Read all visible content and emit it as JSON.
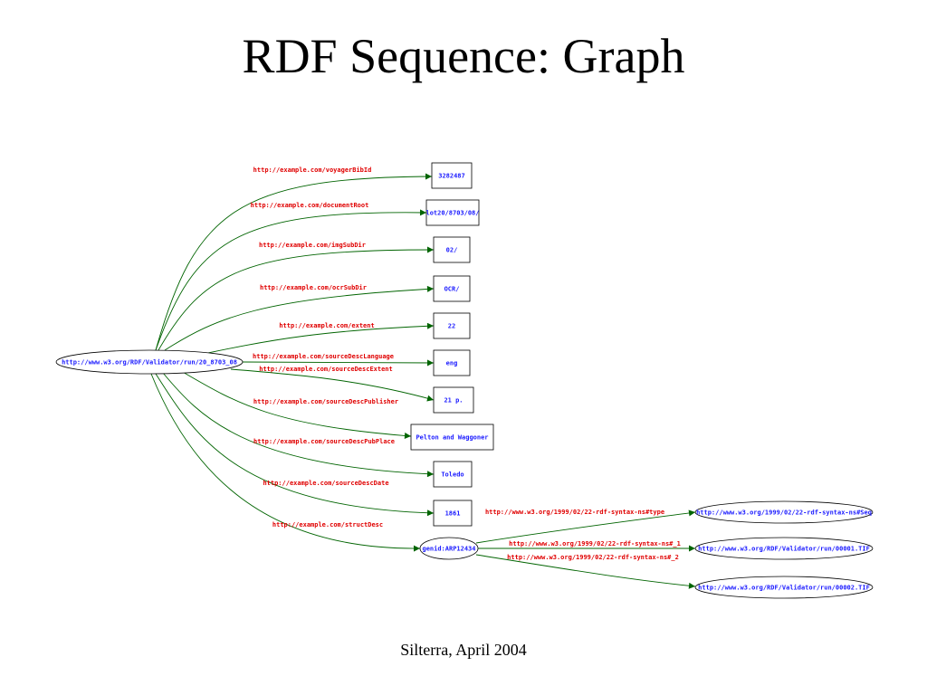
{
  "slide": {
    "title": "RDF Sequence: Graph",
    "footer": "Silterra, April 2004"
  },
  "colors": {
    "node_text": "#1a1aff",
    "edge_label": "#e00000",
    "edge_line": "#006400",
    "node_border": "#000000"
  },
  "nodes": [
    {
      "id": "n0",
      "label": "http://www.w3.org/RDF/Validator/run/20_8703_08"
    },
    {
      "id": "n1",
      "label": "3282487"
    },
    {
      "id": "n2",
      "label": "lot20/8703/08/"
    },
    {
      "id": "n3",
      "label": "02/"
    },
    {
      "id": "n4",
      "label": "OCR/"
    },
    {
      "id": "n5",
      "label": "22"
    },
    {
      "id": "n6",
      "label": "eng"
    },
    {
      "id": "n7",
      "label": "21 p."
    },
    {
      "id": "n8",
      "label": "Pelton and Waggoner"
    },
    {
      "id": "n9",
      "label": "Toledo"
    },
    {
      "id": "n10",
      "label": "1861"
    },
    {
      "id": "n11",
      "label": "genid:ARP12434"
    },
    {
      "id": "n12",
      "label": "http://www.w3.org/1999/02/22-rdf-syntax-ns#Seq"
    },
    {
      "id": "n13",
      "label": "http://www.w3.org/RDF/Validator/run/00001.TIF"
    },
    {
      "id": "n14",
      "label": "http://www.w3.org/RDF/Validator/run/00002.TIF"
    }
  ],
  "edges": [
    {
      "from": "n0",
      "to": "n1",
      "label": "http://example.com/voyagerBibId"
    },
    {
      "from": "n0",
      "to": "n2",
      "label": "http://example.com/documentRoot"
    },
    {
      "from": "n0",
      "to": "n3",
      "label": "http://example.com/imgSubDir"
    },
    {
      "from": "n0",
      "to": "n4",
      "label": "http://example.com/ocrSubDir"
    },
    {
      "from": "n0",
      "to": "n5",
      "label": "http://example.com/extent"
    },
    {
      "from": "n0",
      "to": "n6",
      "label": "http://example.com/sourceDescLanguage"
    },
    {
      "from": "n0",
      "to": "n7",
      "label": "http://example.com/sourceDescExtent"
    },
    {
      "from": "n0",
      "to": "n8",
      "label": "http://example.com/sourceDescPublisher"
    },
    {
      "from": "n0",
      "to": "n9",
      "label": "http://example.com/sourceDescPubPlace"
    },
    {
      "from": "n0",
      "to": "n10",
      "label": "http://example.com/sourceDescDate"
    },
    {
      "from": "n0",
      "to": "n11",
      "label": "http://example.com/structDesc"
    },
    {
      "from": "n11",
      "to": "n12",
      "label": "http://www.w3.org/1999/02/22-rdf-syntax-ns#type"
    },
    {
      "from": "n11",
      "to": "n13",
      "label": "http://www.w3.org/1999/02/22-rdf-syntax-ns#_1"
    },
    {
      "from": "n11",
      "to": "n14",
      "label": "http://www.w3.org/1999/02/22-rdf-syntax-ns#_2"
    }
  ]
}
